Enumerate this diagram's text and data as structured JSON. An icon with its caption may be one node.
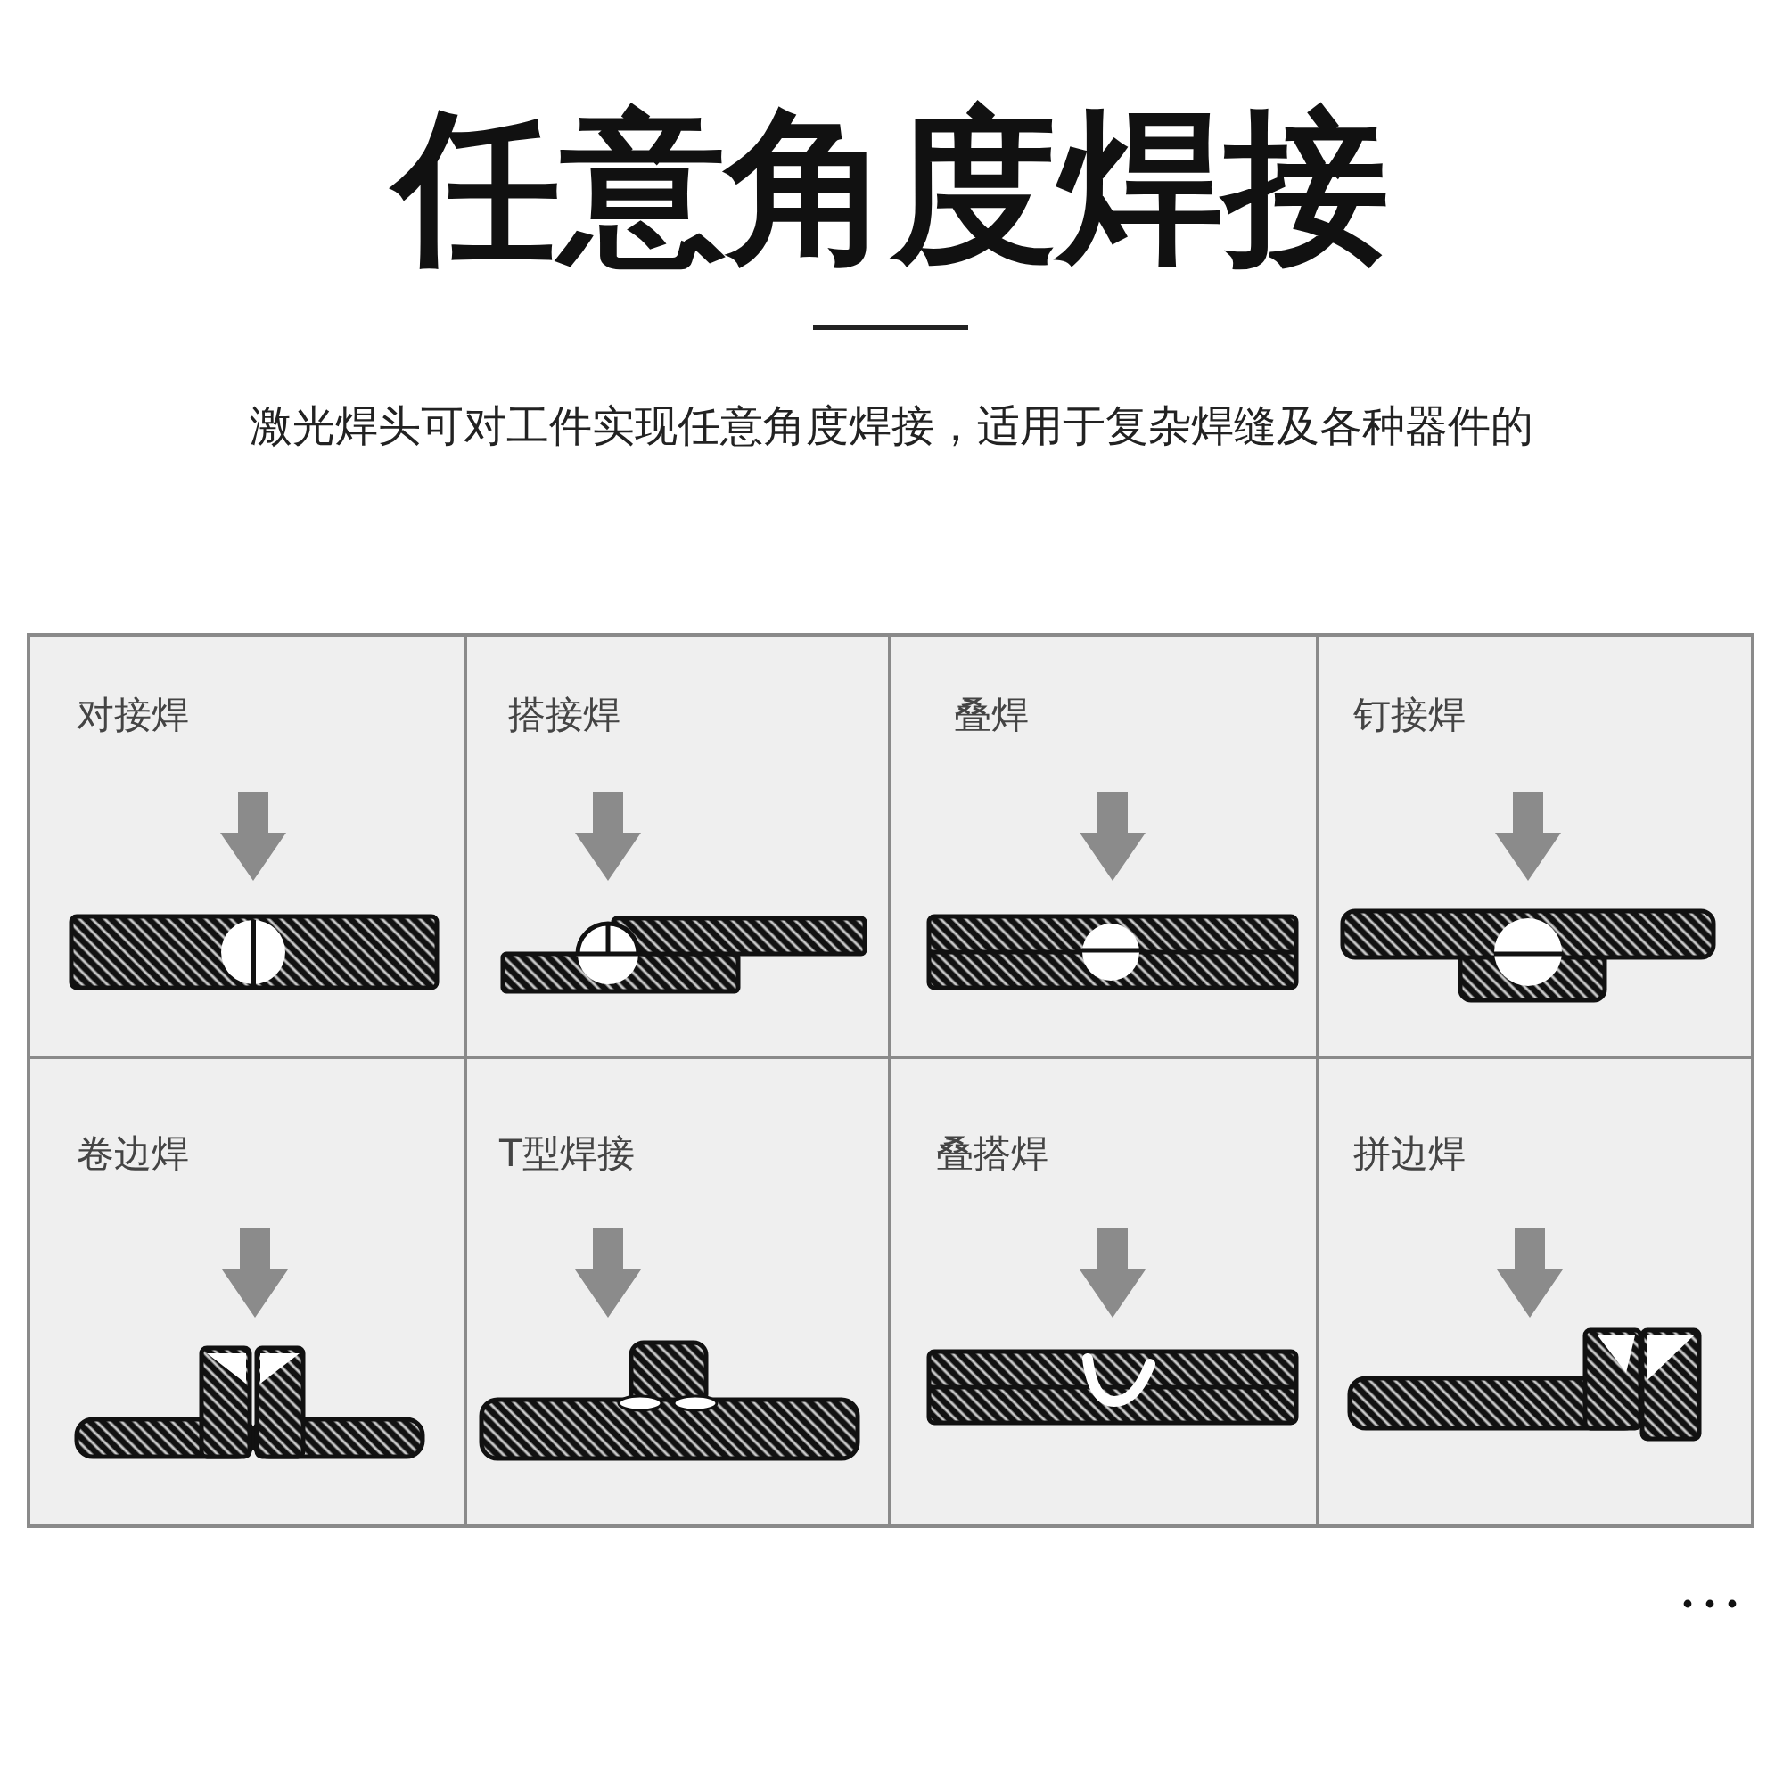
{
  "diagram": {
    "title": "任意角度焊接",
    "nodes": [
      {
        "text": [
          "对接焊"
        ]
      },
      {
        "text": [
          "搭接焊"
        ]
      },
      {
        "text": [
          "叠焊"
        ]
      },
      {
        "text": [
          "钉接焊"
        ]
      },
      {
        "text": [
          "卷边焊"
        ]
      },
      {
        "text": [
          "T型焊接"
        ]
      },
      {
        "text": [
          "叠搭焊"
        ]
      },
      {
        "text": [
          "拼边焊"
        ]
      }
    ],
    "labels": [
      "激光焊头可对工件实现任意角度焊接，适用于复杂焊缝及各种器件的"
    ]
  }
}
